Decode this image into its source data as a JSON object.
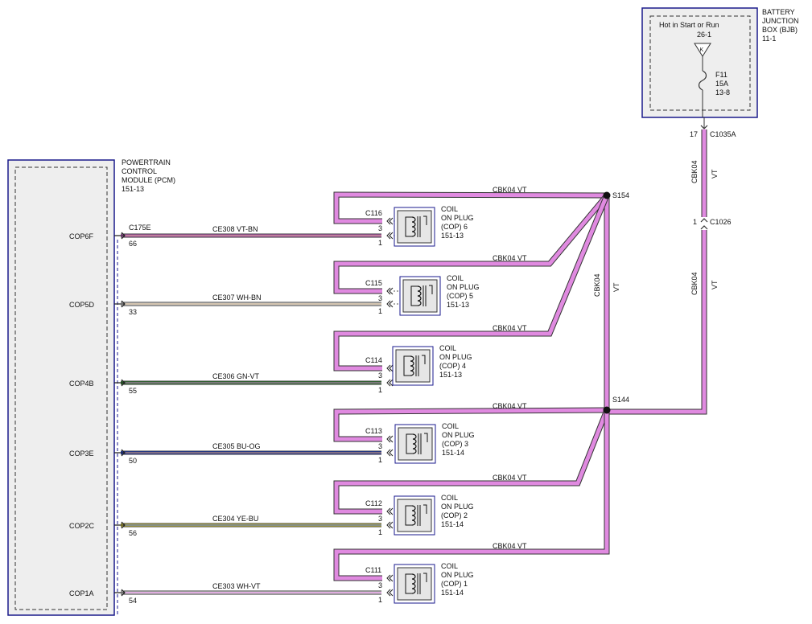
{
  "bjb": {
    "title": [
      "BATTERY",
      "JUNCTION",
      "BOX (BJB)",
      "11-1"
    ],
    "hot_label": "Hot in Start or Run",
    "hot_ref": "26-1",
    "fuse_symbol": "K",
    "fuse": [
      "F11",
      "15A",
      "13-8"
    ],
    "pin": "17",
    "connector": "C1035A"
  },
  "riser": {
    "upper_circuit": "CBK04",
    "upper_color": "VT",
    "c1026_pin": "1",
    "c1026_label": "C1026",
    "lower_circuit": "CBK04",
    "lower_color": "VT"
  },
  "pcm": {
    "title": [
      "POWERTRAIN",
      "CONTROL",
      "MODULE (PCM)",
      "151-13"
    ],
    "connector": "C175E"
  },
  "splices": {
    "upper": "S154",
    "lower": "S144",
    "bus_circuit": "CBK04",
    "bus_color": "VT"
  },
  "coils": [
    {
      "pin_name": "COP6F",
      "pcm_pin": "66",
      "circuit": "CE308",
      "wire_color": "VT-BN",
      "feed_circuit": "CBK04",
      "feed_color": "VT",
      "connector": "C116",
      "pin3": "3",
      "pin1": "1",
      "label": [
        "COIL",
        "ON PLUG",
        "(COP) 6",
        "151-13"
      ],
      "stripe": "#cc66cc",
      "stripe2": "#b4956b"
    },
    {
      "pin_name": "COP5D",
      "pcm_pin": "33",
      "circuit": "CE307",
      "wire_color": "WH-BN",
      "feed_circuit": "CBK04",
      "feed_color": "VT",
      "connector": "C115",
      "pin3": "3",
      "pin1": "1",
      "label": [
        "COIL",
        "ON PLUG",
        "(COP) 5",
        "151-13"
      ],
      "stripe": "#f4f4f4",
      "stripe2": "#b4956b"
    },
    {
      "pin_name": "COP4B",
      "pcm_pin": "55",
      "circuit": "CE306",
      "wire_color": "GN-VT",
      "feed_circuit": "CBK04",
      "feed_color": "VT",
      "connector": "C114",
      "pin3": "3",
      "pin1": "1",
      "label": [
        "COIL",
        "ON PLUG",
        "(COP) 4",
        "151-13"
      ],
      "stripe": "#2e8b2e",
      "stripe2": "#cc66cc"
    },
    {
      "pin_name": "COP3E",
      "pcm_pin": "50",
      "circuit": "CE305",
      "wire_color": "BU-OG",
      "feed_circuit": "CBK04",
      "feed_color": "VT",
      "connector": "C113",
      "pin3": "3",
      "pin1": "1",
      "label": [
        "COIL",
        "ON PLUG",
        "(COP) 3",
        "151-14"
      ],
      "stripe": "#1a3fd6",
      "stripe2": "#f0a030"
    },
    {
      "pin_name": "COP2C",
      "pcm_pin": "56",
      "circuit": "CE304",
      "wire_color": "YE-BU",
      "feed_circuit": "CBK04",
      "feed_color": "VT",
      "connector": "C112",
      "pin3": "3",
      "pin1": "1",
      "label": [
        "COIL",
        "ON PLUG",
        "(COP) 2",
        "151-14"
      ],
      "stripe": "#f2e23a",
      "stripe2": "#1a3fd6"
    },
    {
      "pin_name": "COP1A",
      "pcm_pin": "54",
      "circuit": "CE303",
      "wire_color": "WH-VT",
      "feed_circuit": "CBK04",
      "feed_color": "VT",
      "connector": "C111",
      "pin3": "3",
      "pin1": "1",
      "label": [
        "COIL",
        "ON PLUG",
        "(COP) 1",
        "151-14"
      ],
      "stripe": "#f4f4f4",
      "stripe2": "#cc66cc"
    }
  ],
  "colors": {
    "violet": "#e08ae0",
    "wire_outline": "#333333",
    "module_border": "#1a1a8c",
    "module_fill": "#eeeeee"
  }
}
